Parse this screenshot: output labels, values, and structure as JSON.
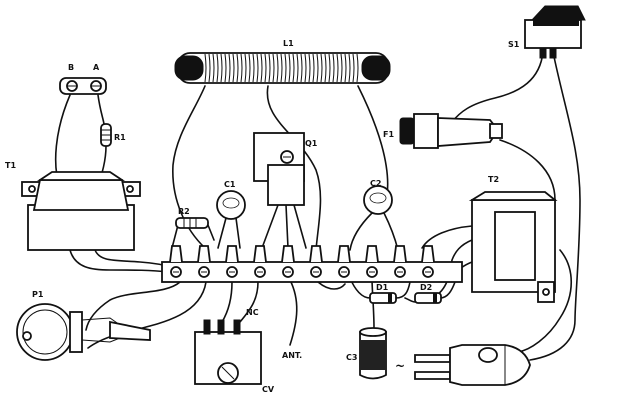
{
  "labels": {
    "L1": "L1",
    "S1": "S1",
    "B": "B",
    "A": "A",
    "R1": "R1",
    "Q1": "Q1",
    "F1": "F1",
    "T1": "T1",
    "C1": "C1",
    "C2": "C2",
    "T2": "T2",
    "R2": "R2",
    "P1": "P1",
    "NC": "NC",
    "D1": "D1",
    "D2": "D2",
    "ANT": "ANT.",
    "C3": "C3",
    "CV": "CV",
    "AC": "~"
  }
}
